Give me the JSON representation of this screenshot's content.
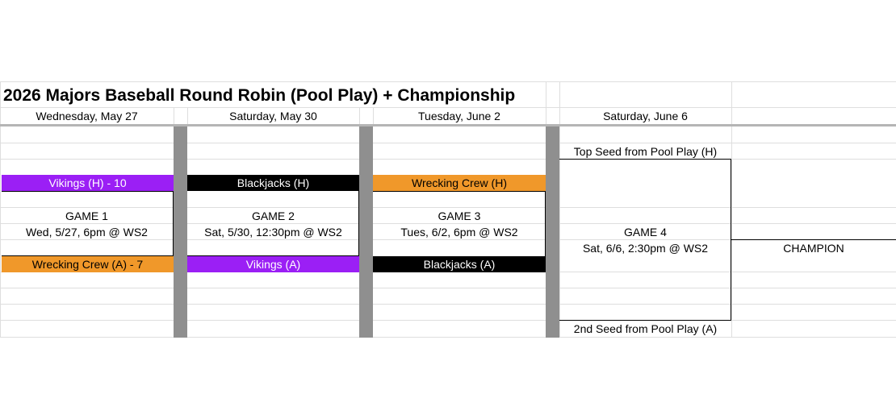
{
  "title": "2026 Majors Baseball Round Robin (Pool Play) + Championship",
  "days": [
    "Wednesday, May 27",
    "Saturday, May 30",
    "Tuesday, June 2",
    "Saturday, June 6"
  ],
  "games": [
    {
      "label": "GAME 1",
      "detail": "Wed, 5/27, 6pm @ WS2",
      "home": "Vikings (H) - 10",
      "away": "Wrecking Crew (A) - 7"
    },
    {
      "label": "GAME 2",
      "detail": "Sat, 5/30, 12:30pm @ WS2",
      "home": "Blackjacks (H)",
      "away": "Vikings (A)"
    },
    {
      "label": "GAME 3",
      "detail": "Tues, 6/2, 6pm @ WS2",
      "home": "Wrecking Crew (H)",
      "away": "Blackjacks (A)"
    },
    {
      "label": "GAME 4",
      "detail": "Sat, 6/6, 2:30pm @ WS2",
      "home": "Top Seed from Pool Play (H)",
      "away": "2nd Seed from Pool Play (A)"
    }
  ],
  "champion": "CHAMPION",
  "colors": {
    "vikings": "#9b1ff5",
    "wrecking_crew": "#f0982a",
    "blackjacks": "#000000"
  }
}
